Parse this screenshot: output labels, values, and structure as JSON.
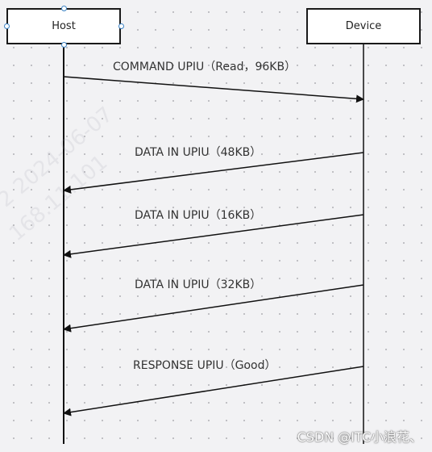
{
  "lifelines": {
    "host": "Host",
    "device": "Device"
  },
  "messages": [
    {
      "label": "COMMAND UPIU（Read，96KB）",
      "from": "Host",
      "to": "Device"
    },
    {
      "label": "DATA IN UPIU（48KB）",
      "from": "Device",
      "to": "Host"
    },
    {
      "label": "DATA IN UPIU（16KB）",
      "from": "Device",
      "to": "Host"
    },
    {
      "label": "DATA IN UPIU（32KB）",
      "from": "Device",
      "to": "Host"
    },
    {
      "label": "RESPONSE UPIU（Good）",
      "from": "Device",
      "to": "Host"
    }
  ],
  "watermark": {
    "line1": "2 2024-06-07",
    "line2": "168.11.101"
  },
  "credit": "CSDN @ITC小浪花、",
  "colors": {
    "line": "#111111",
    "handle": "#3b82c4",
    "background": "#f2f2f4"
  }
}
